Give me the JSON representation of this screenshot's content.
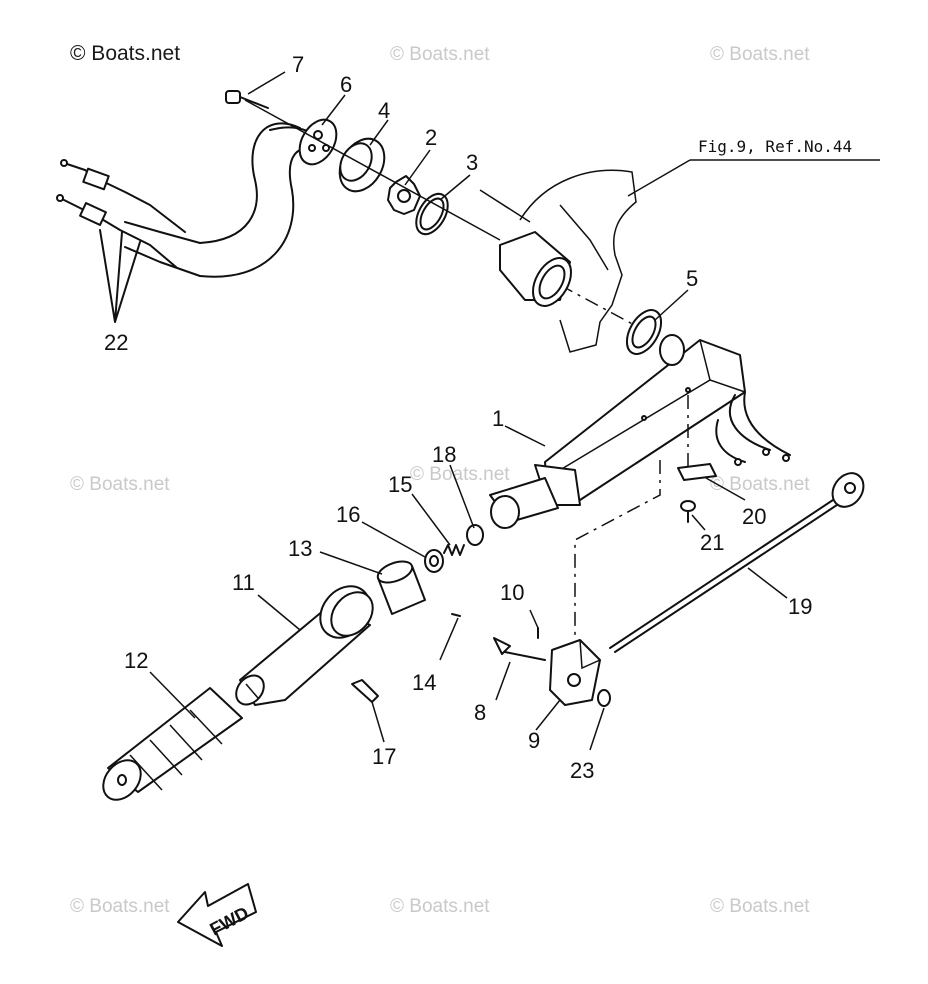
{
  "watermarks": {
    "main": "© Boats.net",
    "faded": "© Boats.net"
  },
  "reference_label": "Fig.9, Ref.No.44",
  "direction_label": "FWD",
  "callouts": {
    "c1": "1",
    "c2": "2",
    "c3": "3",
    "c4": "4",
    "c5": "5",
    "c6": "6",
    "c7": "7",
    "c8": "8",
    "c9": "9",
    "c10": "10",
    "c11": "11",
    "c12": "12",
    "c13": "13",
    "c14": "14",
    "c15": "15",
    "c16": "16",
    "c17": "17",
    "c18": "18",
    "c19": "19",
    "c20": "20",
    "c21": "21",
    "c22": "22",
    "c23": "23"
  }
}
